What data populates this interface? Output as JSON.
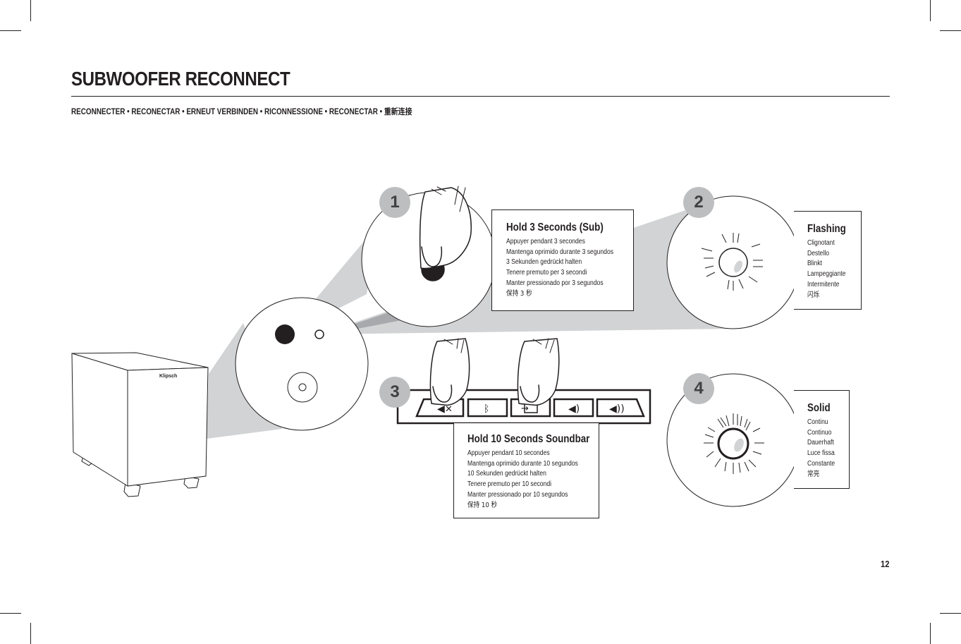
{
  "page": {
    "title": "SUBWOOFER RECONNECT",
    "subtitle": "RECONNECTER • RECONECTAR • ERNEUT VERBINDEN • RICONNESSIONE • RECONECTAR • 重新连接",
    "page_number": "12"
  },
  "device": {
    "logo": "Klipsch"
  },
  "steps": [
    {
      "number": "1",
      "heading": "Hold 3 Seconds (Sub)",
      "lines": [
        "Appuyer pendant 3 secondes",
        "Mantenga oprimido durante 3 segundos",
        "3 Sekunden gedrückt halten",
        "Tenere premuto per 3 secondi",
        "Manter pressionado por 3 segundos",
        "保持 3 秒"
      ]
    },
    {
      "number": "2",
      "heading": "Flashing",
      "lines": [
        "Clignotant",
        "Destello",
        "Blinkt",
        "Lampeggiante",
        "Intermitente",
        "闪烁"
      ]
    },
    {
      "number": "3",
      "heading": "Hold 10 Seconds Soundbar",
      "lines": [
        "Appuyer pendant 10 secondes",
        "Mantenga oprimido durante 10 segundos",
        "10 Sekunden gedrückt halten",
        "Tenere premuto per 10 secondi",
        "Manter pressionado por 10 segundos",
        "保持 10 秒"
      ]
    },
    {
      "number": "4",
      "heading": "Solid",
      "lines": [
        "Continu",
        "Continuo",
        "Dauerhaft",
        "Luce fissa",
        "Constante",
        "常亮"
      ]
    }
  ],
  "soundbar_buttons": [
    "mute-icon",
    "bluetooth-icon",
    "input-icon",
    "volume-down-icon",
    "volume-up-icon"
  ]
}
